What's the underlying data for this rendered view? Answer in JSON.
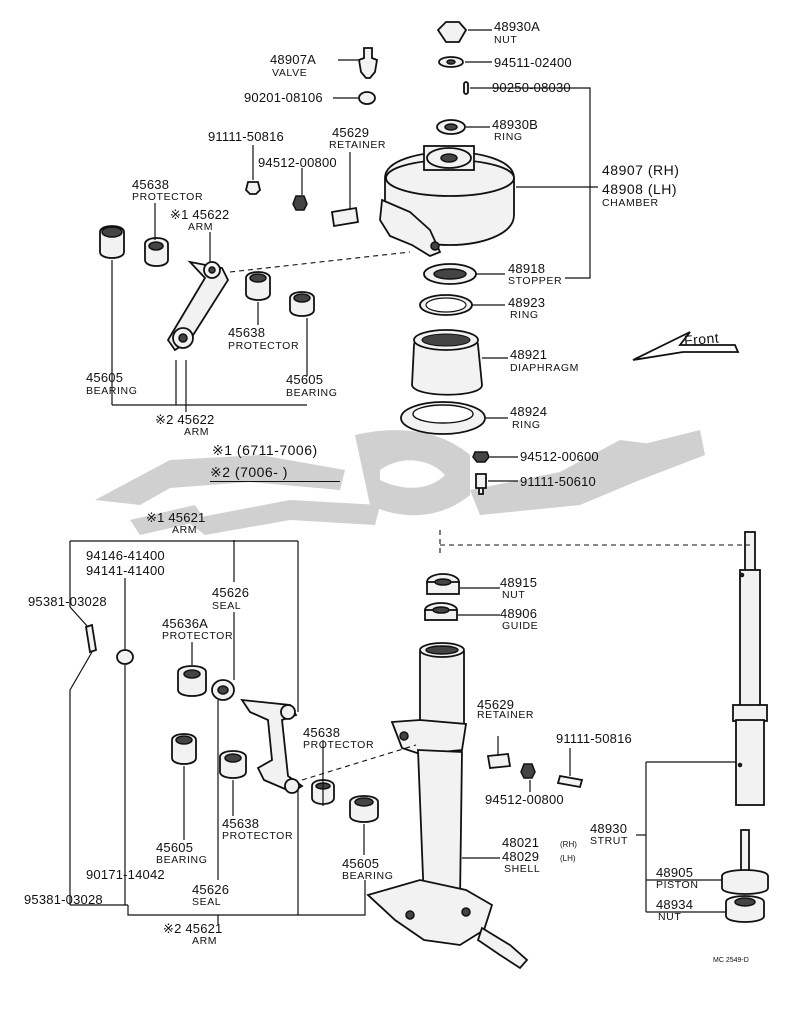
{
  "labels": {
    "nut_a": {
      "part": "48930A",
      "name": "NUT"
    },
    "pn_94511": "94511-02400",
    "valve": {
      "part": "48907A",
      "name": "VALVE"
    },
    "pn_90250": "90250-08030",
    "pn_90201": "90201-08106",
    "ring_b": {
      "part": "48930B",
      "name": "RING"
    },
    "pn_91111_top": "91111-50816",
    "retainer_top": {
      "part": "45629",
      "name": "RETAINER"
    },
    "pn_94512_top": "94512-00800",
    "chamber": {
      "part_rh": "48907 (RH)",
      "part_lh": "48908 (LH)",
      "name": "CHAMBER"
    },
    "protector_tl": {
      "part": "45638",
      "name": "PROTECTOR"
    },
    "arm_1": {
      "part": "※1 45622",
      "name": "ARM"
    },
    "stopper": {
      "part": "48918",
      "name": "STOPPER"
    },
    "ring_48923": {
      "part": "48923",
      "name": "RING"
    },
    "protector_ml": {
      "part": "45638",
      "name": "PROTECTOR"
    },
    "diaphragm": {
      "part": "48921",
      "name": "DIAPHRAGM"
    },
    "front": "Front",
    "bearing_l": {
      "part": "45605",
      "name": "BEARING"
    },
    "bearing_r": {
      "part": "45605",
      "name": "BEARING"
    },
    "ring_48924": {
      "part": "48924",
      "name": "RING"
    },
    "arm_2": {
      "part": "※2 45622",
      "name": "ARM"
    },
    "note_1": "※1 (6711-7006)",
    "note_2": "※2 (7006-      )",
    "pn_94512_mid": "94512-00600",
    "pn_91111_mid": "91111-50610",
    "arm_45621_1": {
      "part": "※1 45621",
      "name": "ARM"
    },
    "pn_94146": "94146-41400",
    "pn_94141": "94141-41400",
    "seal_top": {
      "part": "45626",
      "name": "SEAL"
    },
    "pn_95381_top": "95381-03028",
    "nut_48915": {
      "part": "48915",
      "name": "NUT"
    },
    "guide": {
      "part": "48906",
      "name": "GUIDE"
    },
    "protector_a": {
      "part": "45636A",
      "name": "PROTECTOR"
    },
    "retainer_bot": {
      "part": "45629",
      "name": "RETAINER"
    },
    "protector_mr": {
      "part": "45638",
      "name": "PROTECTOR"
    },
    "pn_91111_bot": "91111-50816",
    "pn_94512_bot": "94512-00800",
    "protector_bm": {
      "part": "45638",
      "name": "PROTECTOR"
    },
    "strut": {
      "part": "48930",
      "name": "STRUT"
    },
    "bearing_bl": {
      "part": "45605",
      "name": "BEARING"
    },
    "bearing_br": {
      "part": "45605",
      "name": "BEARING"
    },
    "shell": {
      "part_rh": "48021",
      "rh": "(RH)",
      "part_lh": "48029",
      "lh": "(LH)",
      "name": "SHELL"
    },
    "pn_90171": "90171-14042",
    "seal_bot": {
      "part": "45626",
      "name": "SEAL"
    },
    "piston": {
      "part": "48905",
      "name": "PISTON"
    },
    "pn_95381_bot": "95381-03028",
    "nut_48934": {
      "part": "48934",
      "name": "NUT"
    },
    "arm_45621_2": {
      "part": "※2 45621",
      "name": "ARM"
    },
    "code": "MC 2549-D"
  },
  "colors": {
    "ink": "#111111",
    "watermark": "#d0d0d0"
  }
}
